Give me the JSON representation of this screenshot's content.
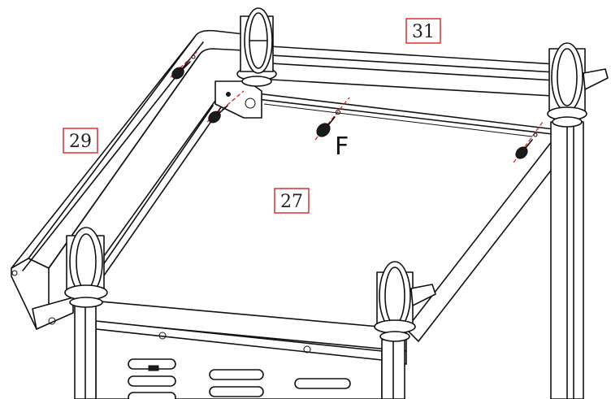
{
  "callouts": {
    "part_31": "31",
    "part_29": "29",
    "part_27": "27",
    "fastener_f": "F"
  },
  "colors": {
    "line": "#111111",
    "callout_border": "#dd2222",
    "leader": "#dd2222",
    "background": "#ffffff"
  },
  "parts": {
    "casters": 4,
    "screws": 4
  }
}
